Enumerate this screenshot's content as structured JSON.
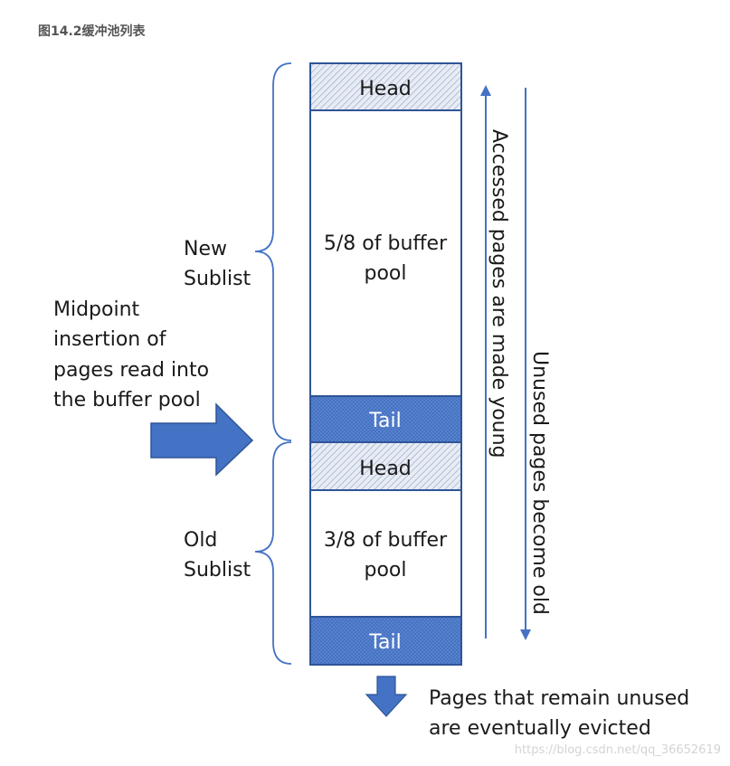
{
  "caption": "图14.2缓冲池列表",
  "diagram": {
    "new_head": "Head",
    "new_body": [
      "5/8 of buffer",
      "pool"
    ],
    "new_tail": "Tail",
    "old_head": "Head",
    "old_body": [
      "3/8 of buffer",
      "pool"
    ],
    "old_tail": "Tail",
    "new_sublist_label": [
      "New",
      "Sublist"
    ],
    "old_sublist_label": [
      "Old",
      "Sublist"
    ],
    "midpoint_label": [
      "Midpoint",
      "insertion of",
      "pages read into",
      "the buffer pool"
    ],
    "accessed_label": "Accessed pages are made young",
    "unused_label": "Unused pages become old",
    "evicted_label": [
      "Pages that remain unused",
      "are eventually evicted"
    ]
  },
  "colors": {
    "stroke": "#2f5597",
    "dark_block": "#4472c4",
    "light_block": "#d6dce9",
    "arrow": "#4472c4",
    "brace": "#4472c4"
  },
  "watermark": "https://blog.csdn.net/qq_36652619"
}
